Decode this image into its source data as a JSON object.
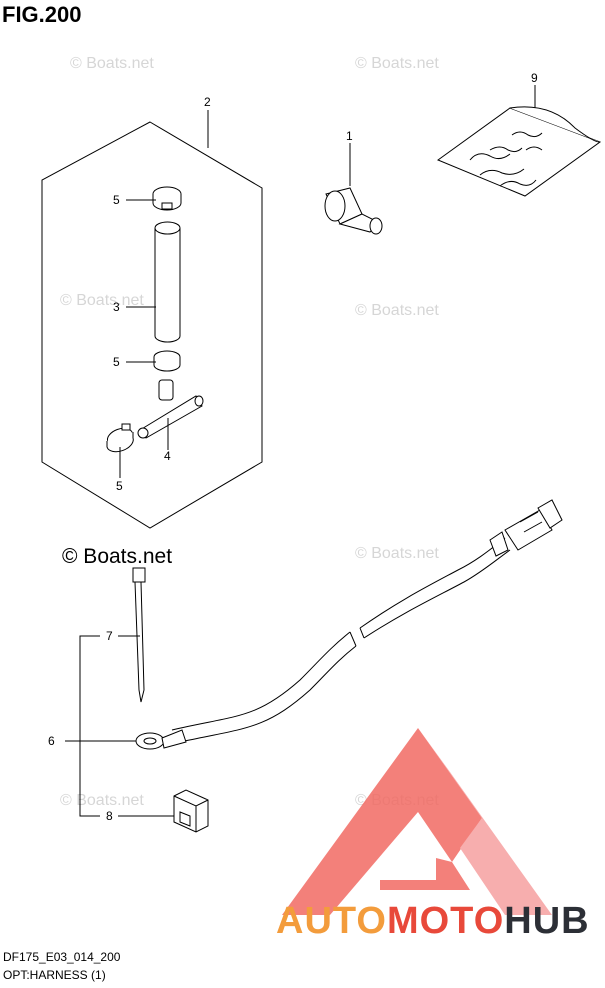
{
  "title": "FIG.200",
  "caption": {
    "model": "DF175_E03_014_200",
    "group": "OPT:HARNESS (1)"
  },
  "watermarks": {
    "small": "© Boats.net",
    "large": "© Boats.net"
  },
  "callouts": {
    "c1": "1",
    "c2": "2",
    "c3": "3",
    "c4": "4",
    "c5a": "5",
    "c5b": "5",
    "c5c": "5",
    "c6": "6",
    "c7": "7",
    "c8": "8",
    "c9": "9"
  },
  "logo": {
    "part1": "AUTO",
    "part2": "MOTO",
    "part3": "HUB"
  },
  "colors": {
    "logo_orange": "#f39c3c",
    "logo_red": "#e8493a",
    "logo_dark": "#2c2f36"
  }
}
